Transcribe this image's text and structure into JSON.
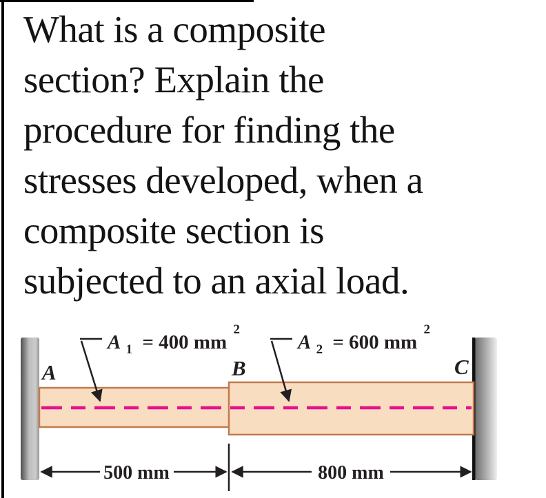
{
  "question": {
    "lines": [
      "What is a composite",
      "section? Explain the",
      "procedure for finding the",
      "stresses developed, when a",
      "composite section is",
      "subjected to an axial load."
    ]
  },
  "diagram": {
    "point_labels": {
      "a": "A",
      "b": "B",
      "c": "C"
    },
    "area1": {
      "symbol": "A",
      "sub": "1",
      "value": "= 400 mm",
      "sup": "2"
    },
    "area2": {
      "symbol": "A",
      "sub": "2",
      "value": "= 600 mm",
      "sup": "2"
    },
    "dimensions": {
      "length1": "500 mm",
      "length2": "800 mm"
    },
    "colors": {
      "bar_fill": "#f9ddc1",
      "bar_border": "#c27a4d",
      "centerline": "#ea0f8d",
      "wall_dark": "#4f4f4f",
      "wall_light": "#c6c6c6",
      "ink": "#231f20"
    }
  }
}
